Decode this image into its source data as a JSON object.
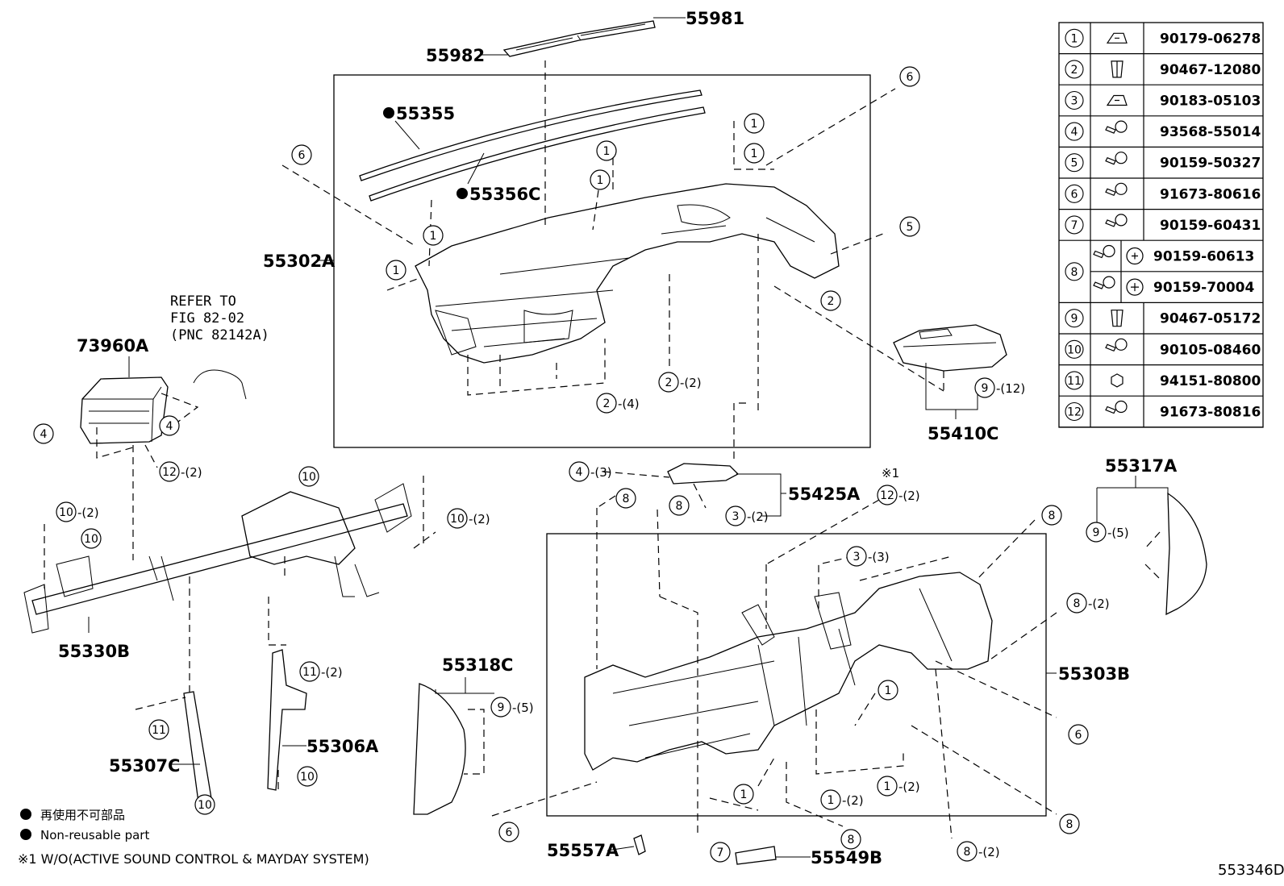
{
  "diagram_code": "553346D",
  "refer_note": [
    "REFER TO",
    "FIG 82-02",
    "(PNC 82142A)"
  ],
  "labels": {
    "p55981": "55981",
    "p55982": "55982",
    "p55355": "55355",
    "p55356C": "55356C",
    "p55302A": "55302A",
    "p73960A": "73960A",
    "p55410C": "55410C",
    "p55425A": "55425A",
    "p55317A": "55317A",
    "p55330B": "55330B",
    "p55318C": "55318C",
    "p55303B": "55303B",
    "p55306A": "55306A",
    "p55307C": "55307C",
    "p55557A": "55557A",
    "p55549B": "55549B",
    "note_mark": "※1"
  },
  "callouts": [
    {
      "n": "6",
      "q": ""
    },
    {
      "n": "1",
      "q": ""
    },
    {
      "n": "1",
      "q": ""
    },
    {
      "n": "1",
      "q": ""
    },
    {
      "n": "1",
      "q": ""
    },
    {
      "n": "6",
      "q": ""
    },
    {
      "n": "1",
      "q": ""
    },
    {
      "n": "1",
      "q": ""
    },
    {
      "n": "5",
      "q": ""
    },
    {
      "n": "2",
      "q": ""
    },
    {
      "n": "2",
      "q": "-(2)"
    },
    {
      "n": "2",
      "q": "-(4)"
    },
    {
      "n": "9",
      "q": "-(12)"
    },
    {
      "n": "4",
      "q": ""
    },
    {
      "n": "4",
      "q": ""
    },
    {
      "n": "12",
      "q": "-(2)"
    },
    {
      "n": "10",
      "q": "-(2)"
    },
    {
      "n": "10",
      "q": ""
    },
    {
      "n": "10",
      "q": ""
    },
    {
      "n": "10",
      "q": "-(2)"
    },
    {
      "n": "4",
      "q": "-(3)"
    },
    {
      "n": "8",
      "q": ""
    },
    {
      "n": "8",
      "q": ""
    },
    {
      "n": "3",
      "q": "-(2)"
    },
    {
      "n": "12",
      "q": "-(2)"
    },
    {
      "n": "8",
      "q": ""
    },
    {
      "n": "3",
      "q": "-(3)"
    },
    {
      "n": "8",
      "q": "-(2)"
    },
    {
      "n": "9",
      "q": "-(5)"
    },
    {
      "n": "11",
      "q": "-(2)"
    },
    {
      "n": "9",
      "q": "-(5)"
    },
    {
      "n": "11",
      "q": ""
    },
    {
      "n": "10",
      "q": ""
    },
    {
      "n": "10",
      "q": ""
    },
    {
      "n": "1",
      "q": ""
    },
    {
      "n": "6",
      "q": ""
    },
    {
      "n": "1",
      "q": ""
    },
    {
      "n": "1",
      "q": "-(2)"
    },
    {
      "n": "1",
      "q": "-(2)"
    },
    {
      "n": "8",
      "q": ""
    },
    {
      "n": "8",
      "q": ""
    },
    {
      "n": "7",
      "q": ""
    },
    {
      "n": "8",
      "q": "-(2)"
    },
    {
      "n": "6",
      "q": ""
    }
  ],
  "parts_table": [
    {
      "n": "1",
      "icon": "clip-nut-icon",
      "pn": "90179-06278"
    },
    {
      "n": "2",
      "icon": "push-clip-icon",
      "pn": "90467-12080"
    },
    {
      "n": "3",
      "icon": "clip-nut-icon",
      "pn": "90183-05103"
    },
    {
      "n": "4",
      "icon": "bolt-icon",
      "pn": "93568-55014"
    },
    {
      "n": "5",
      "icon": "bolt-icon",
      "pn": "90159-50327"
    },
    {
      "n": "6",
      "icon": "bolt-icon",
      "pn": "91673-80616"
    },
    {
      "n": "7",
      "icon": "bolt-icon",
      "pn": "90159-60431"
    },
    {
      "n": "8",
      "icon": "bolt-icon",
      "pn": "90159-60613",
      "icon2": "torx-head-icon"
    },
    {
      "n": "8",
      "icon": "bolt-icon",
      "pn": "90159-70004",
      "icon2": "phillips-head-icon"
    },
    {
      "n": "9",
      "icon": "push-clip-icon",
      "pn": "90467-05172"
    },
    {
      "n": "10",
      "icon": "bolt-icon",
      "pn": "90105-08460"
    },
    {
      "n": "11",
      "icon": "nut-icon",
      "pn": "94151-80800"
    },
    {
      "n": "12",
      "icon": "bolt-icon",
      "pn": "91673-80816"
    }
  ],
  "legend": {
    "jp": "再使用不可部品",
    "en": "Non-reusable part",
    "note": "※1 W/O(ACTIVE SOUND CONTROL & MAYDAY SYSTEM)"
  }
}
